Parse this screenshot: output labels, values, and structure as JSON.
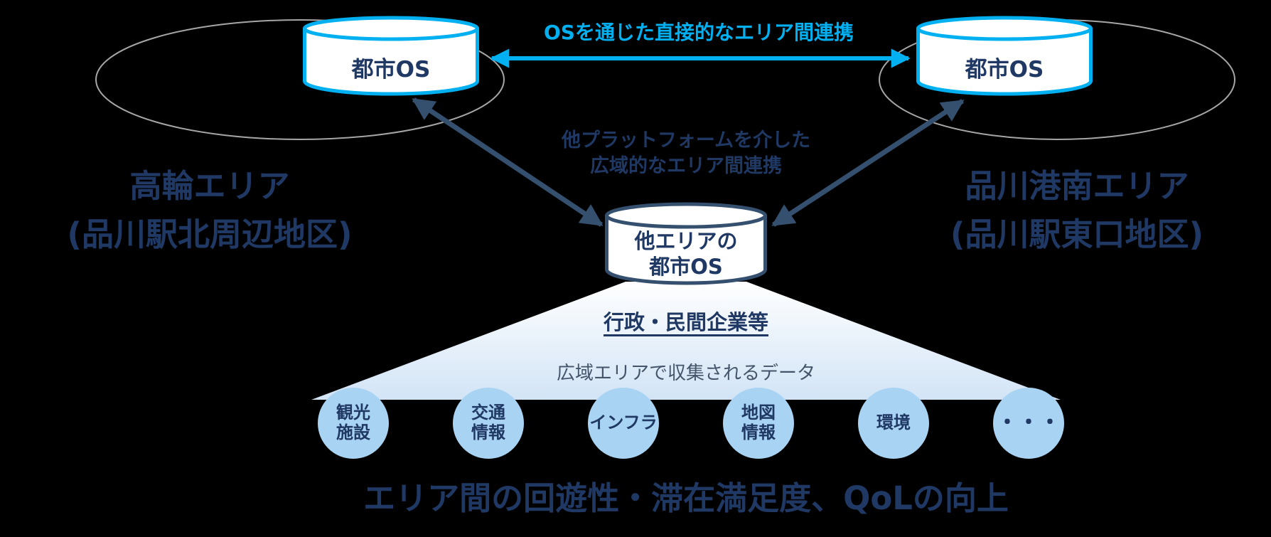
{
  "colors": {
    "accent_blue": "#00B0F0",
    "navy_text": "#1F3864",
    "dark_slate": "#35506E",
    "circle_fill": "#A9D3F2",
    "ellipse_gray": "#A6A6A6",
    "funnel_top": "#FFFFFF",
    "funnel_bottom": "#D2E4F6"
  },
  "top": {
    "link_label": "OSを通じた直接的なエリア間連携",
    "left_cylinder": "都市OS",
    "right_cylinder": "都市OS"
  },
  "areas": {
    "left": "高輪エリア\n(品川駅北周辺地区)",
    "right": "品川港南エリア\n(品川駅東口地区)"
  },
  "center": {
    "link_label": "他プラットフォームを介した\n広域的なエリア間連携",
    "cylinder": "他エリアの\n都市OS",
    "org_label": "行政・民間企業等",
    "data_label": "広域エリアで収集されるデータ"
  },
  "data_nodes": [
    {
      "label": "観光\n施設"
    },
    {
      "label": "交通\n情報"
    },
    {
      "label": "インフラ"
    },
    {
      "label": "地図\n情報"
    },
    {
      "label": "環境"
    },
    {
      "label": "・・・"
    }
  ],
  "bottom": {
    "goal_label": "エリア間の回遊性・滞在満足度、QoLの向上"
  }
}
